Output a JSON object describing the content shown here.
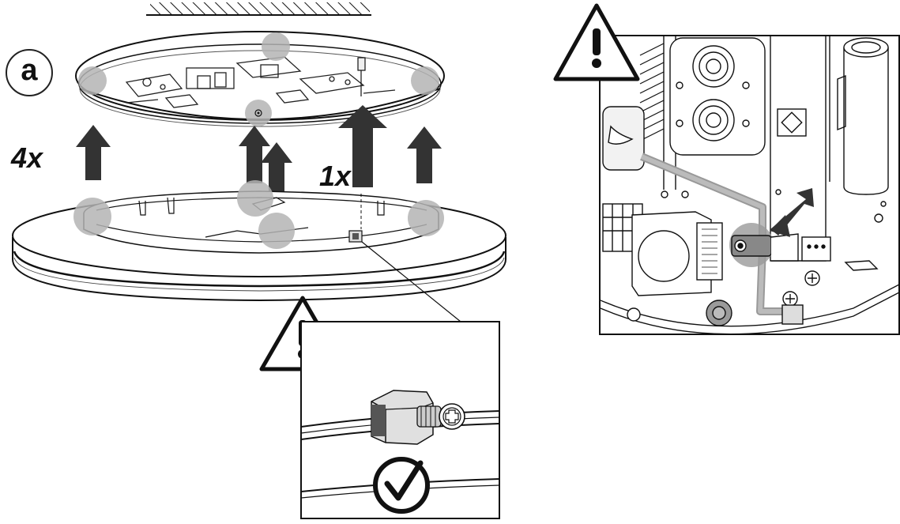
{
  "labels": {
    "step": "a",
    "clip_count": "4x",
    "screw_count": "1x"
  },
  "icons": {
    "warning_main": "warning-triangle-icon",
    "warning_right": "warning-triangle-icon",
    "checkmark": "checkmark-circle-icon",
    "ceiling": "ceiling-hatch-icon",
    "up_arrow": "arrow-up-icon",
    "pointer": "arrow-pointer-icon"
  },
  "colors": {
    "line": "#1a1a1a",
    "arrow": "#333333",
    "highlight": "#b4b4b4",
    "warning_fill": "#ffffff",
    "panel_fill": "#f7f7f7"
  }
}
